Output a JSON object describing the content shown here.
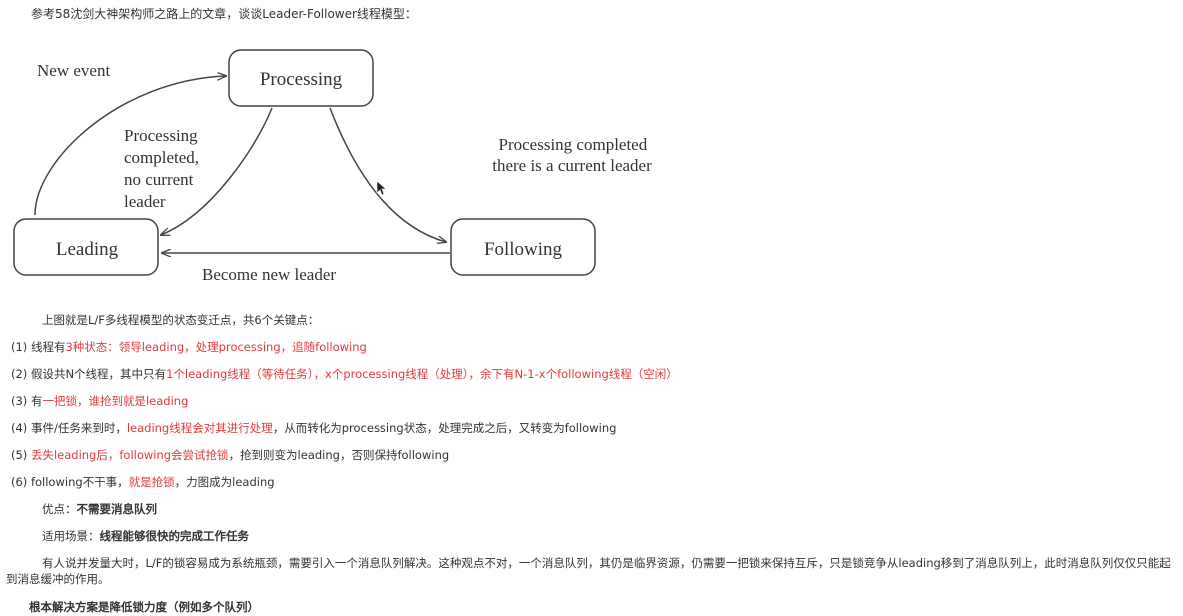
{
  "intro": "参考58沈剑大神架构师之路上的文章，谈谈Leader-Follower线程模型：",
  "diagram": {
    "states": {
      "processing": "Processing",
      "leading": "Leading",
      "following": "Following"
    },
    "edges": {
      "new_event": "New event",
      "completed_no_leader": [
        "Processing",
        "completed,",
        "no current",
        "leader"
      ],
      "completed_with_leader": [
        "Processing completed",
        "there is a current leader"
      ],
      "become_new_leader": "Become new leader"
    },
    "colors": {
      "stroke": "#444444",
      "text": "#333333"
    }
  },
  "summary": "上图就是L/F多线程模型的状态变迁点，共6个关键点：",
  "points": [
    {
      "num": "(1)",
      "pre": "线程有",
      "red": "3种状态：领导leading，处理processing，追随following",
      "post": ""
    },
    {
      "num": "(2)",
      "pre": "假设共N个线程，其中只有",
      "red": "1个leading线程（等待任务），x个processing线程（处理），余下有N-1-x个following线程（空闲）",
      "post": ""
    },
    {
      "num": "(3)",
      "pre": "有",
      "red": "一把锁，谁抢到就是leading",
      "post": ""
    },
    {
      "num": "(4)",
      "pre": "事件/任务来到时，",
      "red": "leading线程会对其进行处理",
      "post": "，从而转化为processing状态，处理完成之后，又转变为following"
    },
    {
      "num": "(5)",
      "pre": "",
      "red": "丢失leading后，following会尝试抢锁",
      "post": "，抢到则变为leading，否则保持following"
    },
    {
      "num": "(6)",
      "pre": "following不干事，",
      "red": "就是抢锁",
      "post": "，力图成为leading"
    }
  ],
  "advantage": {
    "label": "优点：",
    "value": "不需要消息队列"
  },
  "scenario": {
    "label": "适用场景：",
    "value": "线程能够很快的完成工作任务"
  },
  "discussion": "有人说并发量大时，L/F的锁容易成为系统瓶颈，需要引入一个消息队列解决。这种观点不对，一个消息队列，其仍是临界资源，仍需要一把锁来保持互斥，只是锁竞争从leading移到了消息队列上，此时消息队列仅仅只能起到消息缓冲的作用。",
  "conclusion": "根本解决方案是降低锁力度（例如多个队列）"
}
